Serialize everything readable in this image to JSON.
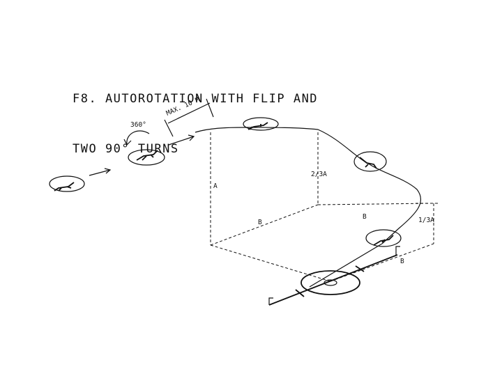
{
  "title": {
    "line1": "F8. AUTOROTATION WITH FLIP AND",
    "line2": "TWO 90° TURNS"
  },
  "labels": {
    "max": "MAX. 10 M",
    "rotation": "360°",
    "a": "A",
    "two_thirds": "2/3A",
    "b_left": "B",
    "b_right": "B",
    "one_third": "1/3A",
    "b_low": "B"
  },
  "colors": {
    "ink": "#111111",
    "background": "#ffffff"
  }
}
